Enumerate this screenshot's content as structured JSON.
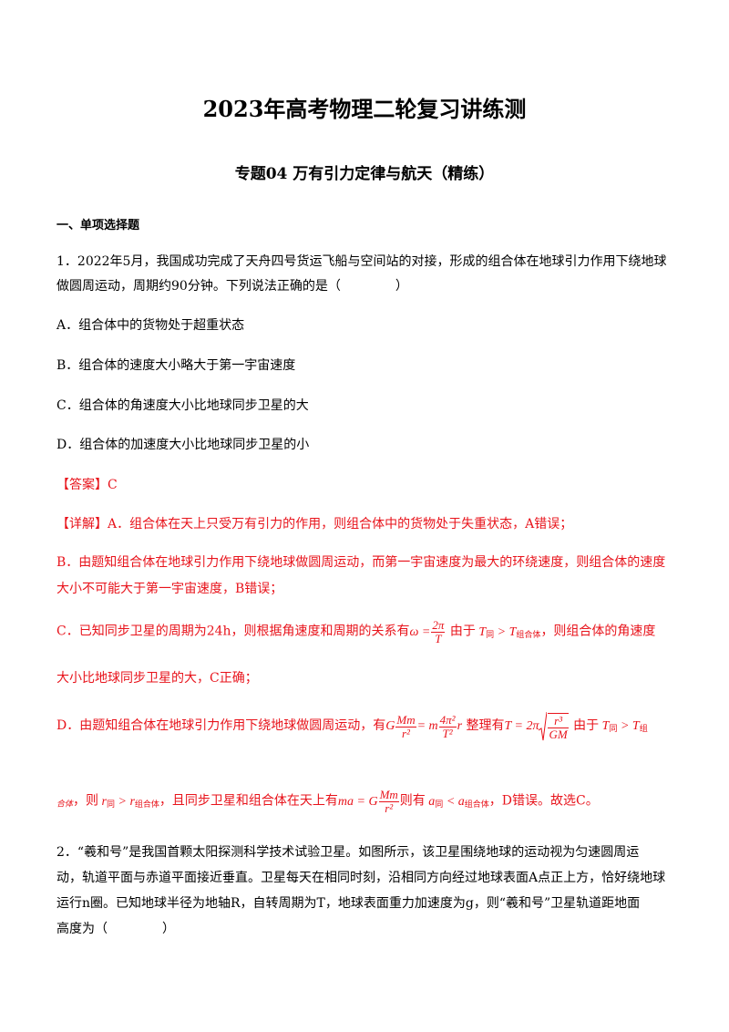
{
  "title": "2023年高考物理二轮复习讲练测",
  "subtitle": "专题04 万有引力定律与航天（精练）",
  "section": "一、单项选择题",
  "q1": {
    "stem_line1": "1．2022年5月，我国成功完成了天舟四号货运飞船与空间站的对接，形成的组合体在地球引力作用下绕地球",
    "stem_line2a": "做圆周运动，周期约90分钟。下列说法正确的是（",
    "stem_line2b": "）",
    "options": [
      "A．组合体中的货物处于超重状态",
      "B．组合体的速度大小略大于第一宇宙速度",
      "C．组合体的角速度大小比地球同步卫星的大",
      "D．组合体的加速度大小比地球同步卫星的小"
    ],
    "answer": "【答案】C",
    "detail_label": "【详解】",
    "detail_a": "A．组合体在天上只受万有引力的作用，则组合体中的货物处于失重状态，A错误；",
    "detail_b1": "B．由题知组合体在地球引力作用下绕地球做圆周运动，而第一宇宙速度为最大的环绕速度，则组合体的速度",
    "detail_b2": "大小不可能大于第一宇宙速度，B错误；",
    "detail_c1a": "C．已知同步卫星的周期为24h，则根据角速度和周期的关系有",
    "detail_c1b": "由于",
    "detail_c1c": "，则组合体的角速度",
    "detail_c2": "大小比地球同步卫星的大，C正确；",
    "detail_d1a": "D．由题知组合体在地球引力作用下绕地球做圆周运动，有",
    "detail_d1b": "整理有",
    "detail_d1c": "由于",
    "detail_d2a": "，则",
    "detail_d2b": "，且同步卫星和组合体在天上有",
    "detail_d2c": "则有",
    "detail_d2d": "，D错误。故选C。",
    "sub_tong": "同",
    "sub_zuhe": "组合体",
    "sub_zu": "组",
    "sub_hetail": "合体",
    "gt": " > ",
    "lt": " < "
  },
  "q2": {
    "line1": "2．“羲和号”是我国首颗太阳探测科学技术试验卫星。如图所示，该卫星围绕地球的运动视为匀速圆周运",
    "line2": "动，轨道平面与赤道平面接近垂直。卫星每天在相同时刻，沿相同方向经过地球表面A点正上方，恰好绕地球",
    "line3": "运行n圈。已知地球半径为地轴R，自转周期为T，地球表面重力加速度为g，则“羲和号”卫星轨道距地面",
    "line4a": "高度为（",
    "line4b": "）"
  },
  "math": {
    "omega": "ω =",
    "two_pi": "2π",
    "T": "T",
    "G": "G",
    "Mm": "Mm",
    "r2": "r²",
    "eq_m": "= m",
    "four_pi2": "4π²",
    "T2": "T²",
    "r": "r",
    "T_eq": "T = 2π",
    "r3": "r³",
    "GM": "GM",
    "ma": "ma = G",
    "a": "a"
  }
}
